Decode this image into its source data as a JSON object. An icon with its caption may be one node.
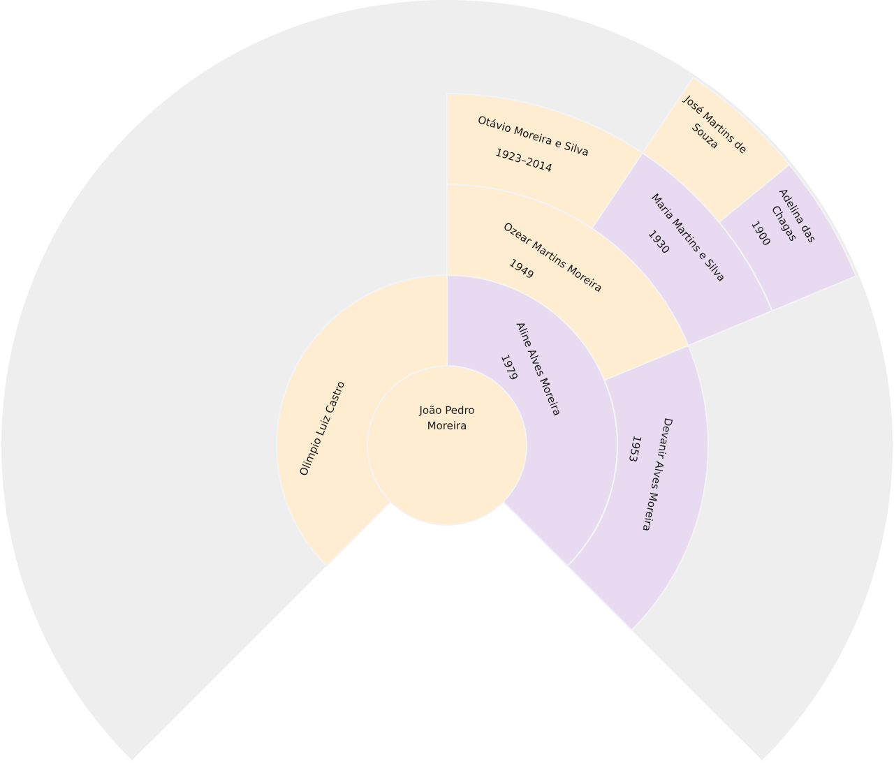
{
  "diagram": {
    "nodes": [
      {
        "text": [
          "João Pedro Moreira"
        ]
      },
      {
        "text": [
          "Olimpio Luiz Castro"
        ]
      },
      {
        "text": [
          "Aline Alves Moreira",
          "1979"
        ]
      },
      {
        "text": [
          "Ozear Martins Moreira",
          "1949"
        ]
      },
      {
        "text": [
          "Devanir Alves Moreira",
          "1953"
        ]
      },
      {
        "text": [
          "Otávio Moreira e Silva",
          "1923–2014"
        ]
      },
      {
        "text": [
          "Maria Martins e Silva",
          "1930"
        ]
      },
      {
        "text": [
          "José Martins de Souza"
        ]
      },
      {
        "text": [
          "Adelina das Chagas",
          "1900"
        ]
      }
    ]
  }
}
